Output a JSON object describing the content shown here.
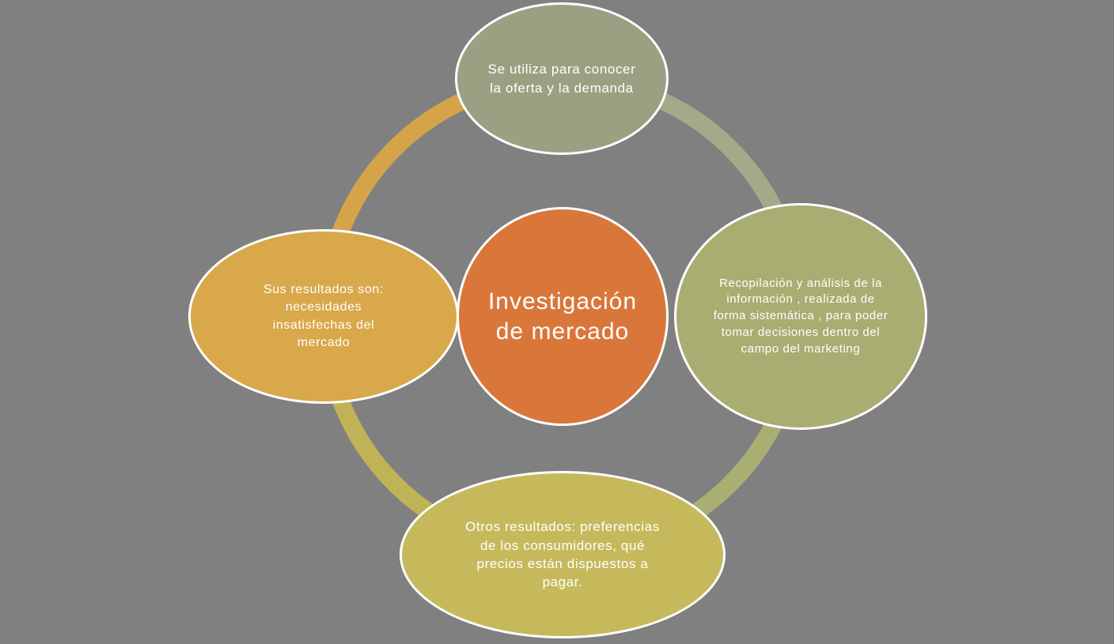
{
  "canvas": {
    "background_color": "#808080"
  },
  "diagram": {
    "type": "cycle",
    "center": {
      "label": "Investigación\nde mercado",
      "color": "#d9773b",
      "text_color": "#ffffff"
    },
    "ring": {
      "stroke_width": 22,
      "arcs": [
        {
          "position": "top-right",
          "color": "#a2aa89"
        },
        {
          "position": "bottom-right",
          "color": "#a9ae72"
        },
        {
          "position": "bottom-left",
          "color": "#bfb257"
        },
        {
          "position": "top-left",
          "color": "#d5a449"
        }
      ]
    },
    "nodes": [
      {
        "position": "top",
        "text": "Se utiliza para conocer la oferta y la demanda",
        "color": "#9aa183"
      },
      {
        "position": "right",
        "text": "Recopilación y análisis de la información , realizada de forma sistemática , para poder tomar decisiones dentro del campo del marketing",
        "color": "#a9ad72"
      },
      {
        "position": "bottom",
        "text": "Otros resultados: preferencias de los consumidores, qué precios están dispuestos a pagar.",
        "color": "#c6b95c"
      },
      {
        "position": "left",
        "text": "Sus resultados son: necesidades insatisfechas del mercado",
        "color": "#d9a84a"
      }
    ]
  }
}
